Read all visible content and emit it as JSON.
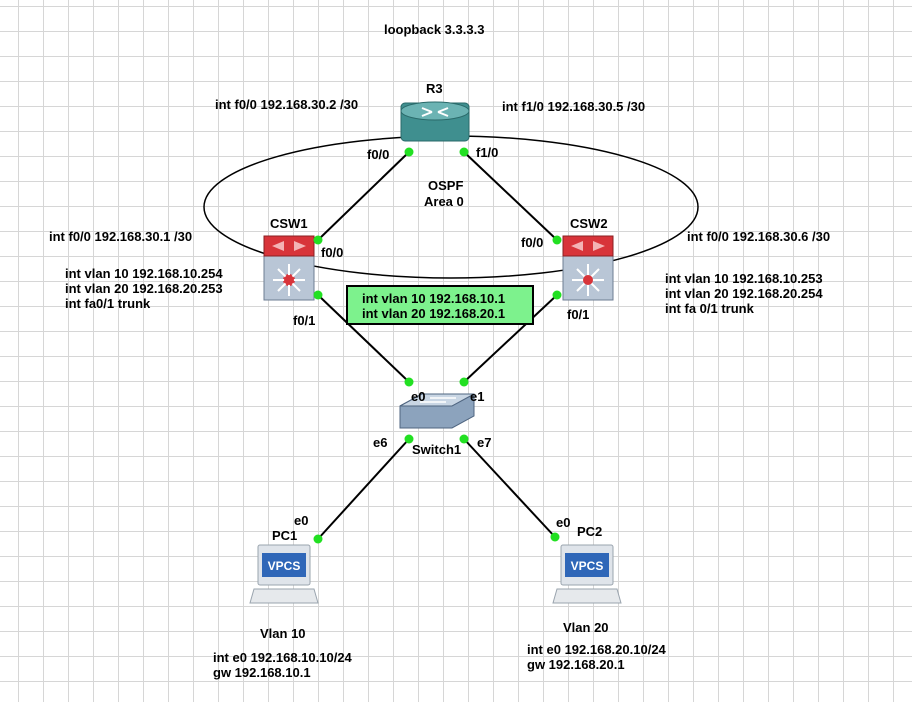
{
  "title": "loopback 3.3.3.3",
  "cloud": {
    "name": "OSPF",
    "area": "Area 0"
  },
  "nodes": {
    "r3": {
      "name": "R3",
      "icon": "router-icon"
    },
    "csw1": {
      "name": "CSW1",
      "icon": "multilayer-switch-icon"
    },
    "csw2": {
      "name": "CSW2",
      "icon": "multilayer-switch-icon"
    },
    "switch1": {
      "name": "Switch1",
      "icon": "ethernet-switch-icon"
    },
    "pc1": {
      "name": "PC1",
      "icon": "vpcs-icon",
      "screen_text": "VPCS"
    },
    "pc2": {
      "name": "PC2",
      "icon": "vpcs-icon",
      "screen_text": "VPCS"
    }
  },
  "ports": {
    "r3_f00": "f0/0",
    "r3_f10": "f1/0",
    "csw1_f00": "f0/0",
    "csw1_f01": "f0/1",
    "csw2_f00": "f0/0",
    "csw2_f01": "f0/1",
    "sw_e0": "e0",
    "sw_e1": "e1",
    "sw_e6": "e6",
    "sw_e7": "e7",
    "pc1_e0": "e0",
    "pc2_e0": "e0"
  },
  "annotations": {
    "r3_left": "int f0/0 192.168.30.2 /30",
    "r3_right": "int f1/0 192.168.30.5 /30",
    "csw1_f00": "int f0/0 192.168.30.1 /30",
    "csw1_cfg": [
      "int vlan 10 192.168.10.254",
      "int vlan 20 192.168.20.253",
      "int fa0/1 trunk"
    ],
    "csw2_f00": "int f0/0 192.168.30.6 /30",
    "csw2_cfg": [
      "int vlan 10 192.168.10.253",
      "int vlan 20 192.168.20.254",
      "int fa 0/1 trunk"
    ],
    "vip_box": [
      "int vlan 10 192.168.10.1",
      "int vlan 20 192.168.20.1"
    ],
    "pc1_vlan": "Vlan 10",
    "pc1_cfg": [
      "int e0 192.168.10.10/24",
      "gw 192.168.10.1"
    ],
    "pc2_vlan": "Vlan 20",
    "pc2_cfg": [
      "int e0 192.168.20.10/24",
      "gw 192.168.20.1"
    ]
  },
  "colors": {
    "link": "#000000",
    "port_dot": "#22e022",
    "router": "#3f8f8f",
    "switch_red": "#d8343a",
    "note_box": "#7df28d",
    "vpcs_screen": "#2f67b8"
  }
}
